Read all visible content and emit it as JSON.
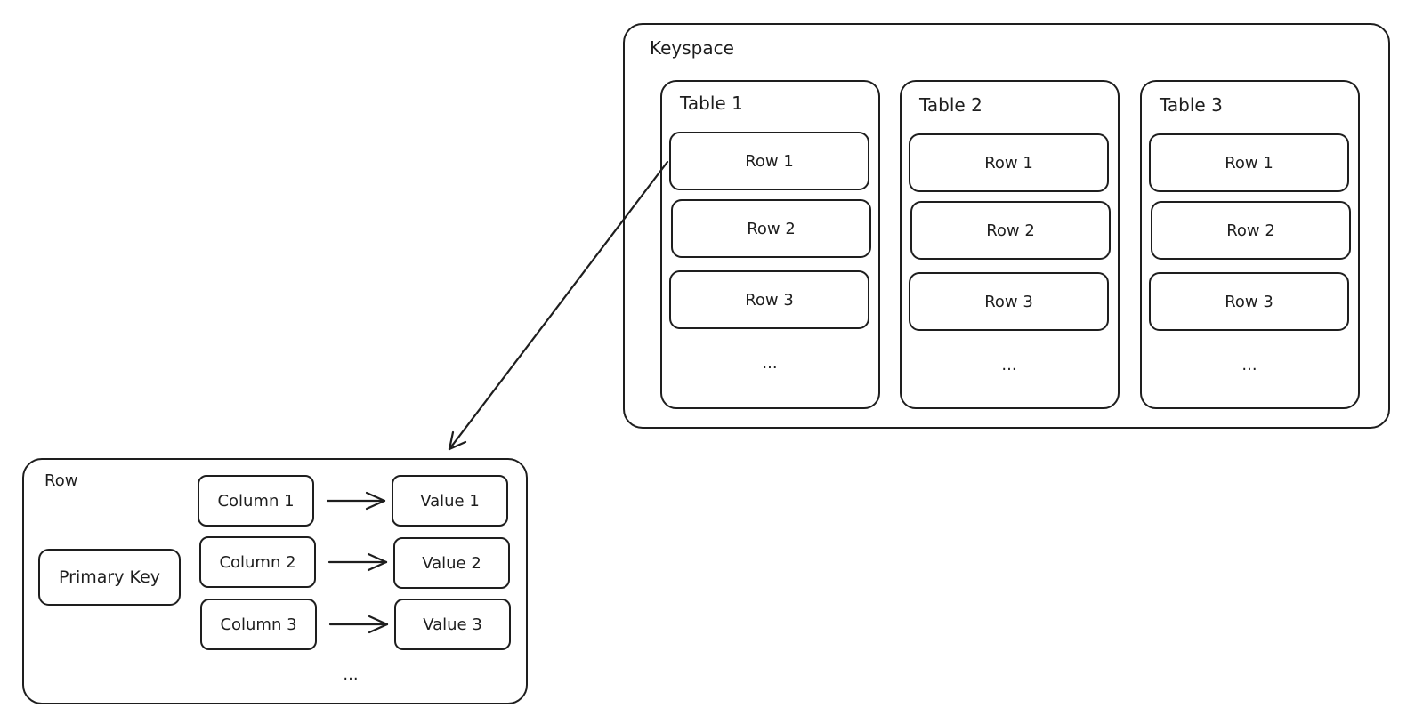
{
  "keyspace": {
    "label": "Keyspace",
    "tables": [
      {
        "label": "Table 1",
        "rows": [
          "Row 1",
          "Row 2",
          "Row 3"
        ],
        "more": "..."
      },
      {
        "label": "Table 2",
        "rows": [
          "Row 1",
          "Row 2",
          "Row 3"
        ],
        "more": "..."
      },
      {
        "label": "Table 3",
        "rows": [
          "Row 1",
          "Row 2",
          "Row 3"
        ],
        "more": "..."
      }
    ]
  },
  "row_detail": {
    "label": "Row",
    "primary_key": "Primary Key",
    "columns": [
      "Column 1",
      "Column 2",
      "Column 3"
    ],
    "values": [
      "Value 1",
      "Value 2",
      "Value 3"
    ],
    "more": "..."
  },
  "colors": {
    "stroke": "#1e1e1e",
    "background": "#ffffff"
  }
}
